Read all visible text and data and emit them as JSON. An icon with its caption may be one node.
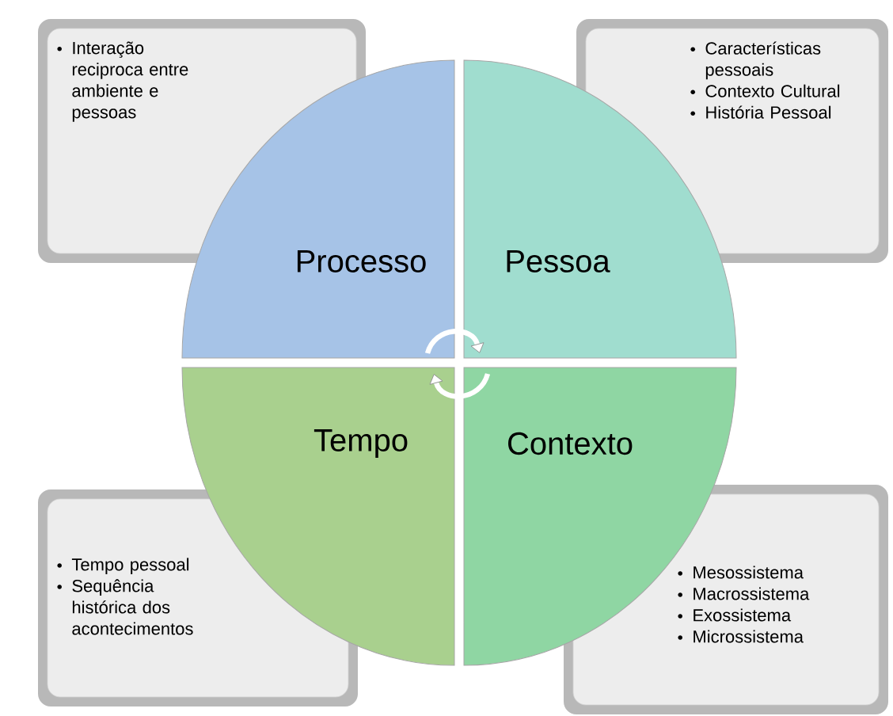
{
  "diagram": {
    "nodes": [
      {
        "text": [
          "Interação reciproca entre ambiente e pessoas"
        ]
      },
      {
        "text": [
          "Processo"
        ]
      },
      {
        "text": [
          "Pessoa"
        ]
      },
      {
        "text": [
          "Características pessoais",
          "Contexto Cultural",
          "História Pessoal"
        ]
      },
      {
        "text": [
          "Tempo"
        ]
      },
      {
        "text": [
          "Contexto"
        ]
      },
      {
        "text": [
          "Tempo pessoal",
          "Sequência histórica dos acontecimentos"
        ]
      },
      {
        "text": [
          "Mesossistema",
          "Macrossistema",
          "Exossistema",
          "Microssistema"
        ]
      }
    ],
    "edges": [
      {
        "from": 1,
        "to": 2,
        "arrow": "to"
      },
      {
        "from": 5,
        "to": 4,
        "arrow": "to"
      }
    ]
  }
}
